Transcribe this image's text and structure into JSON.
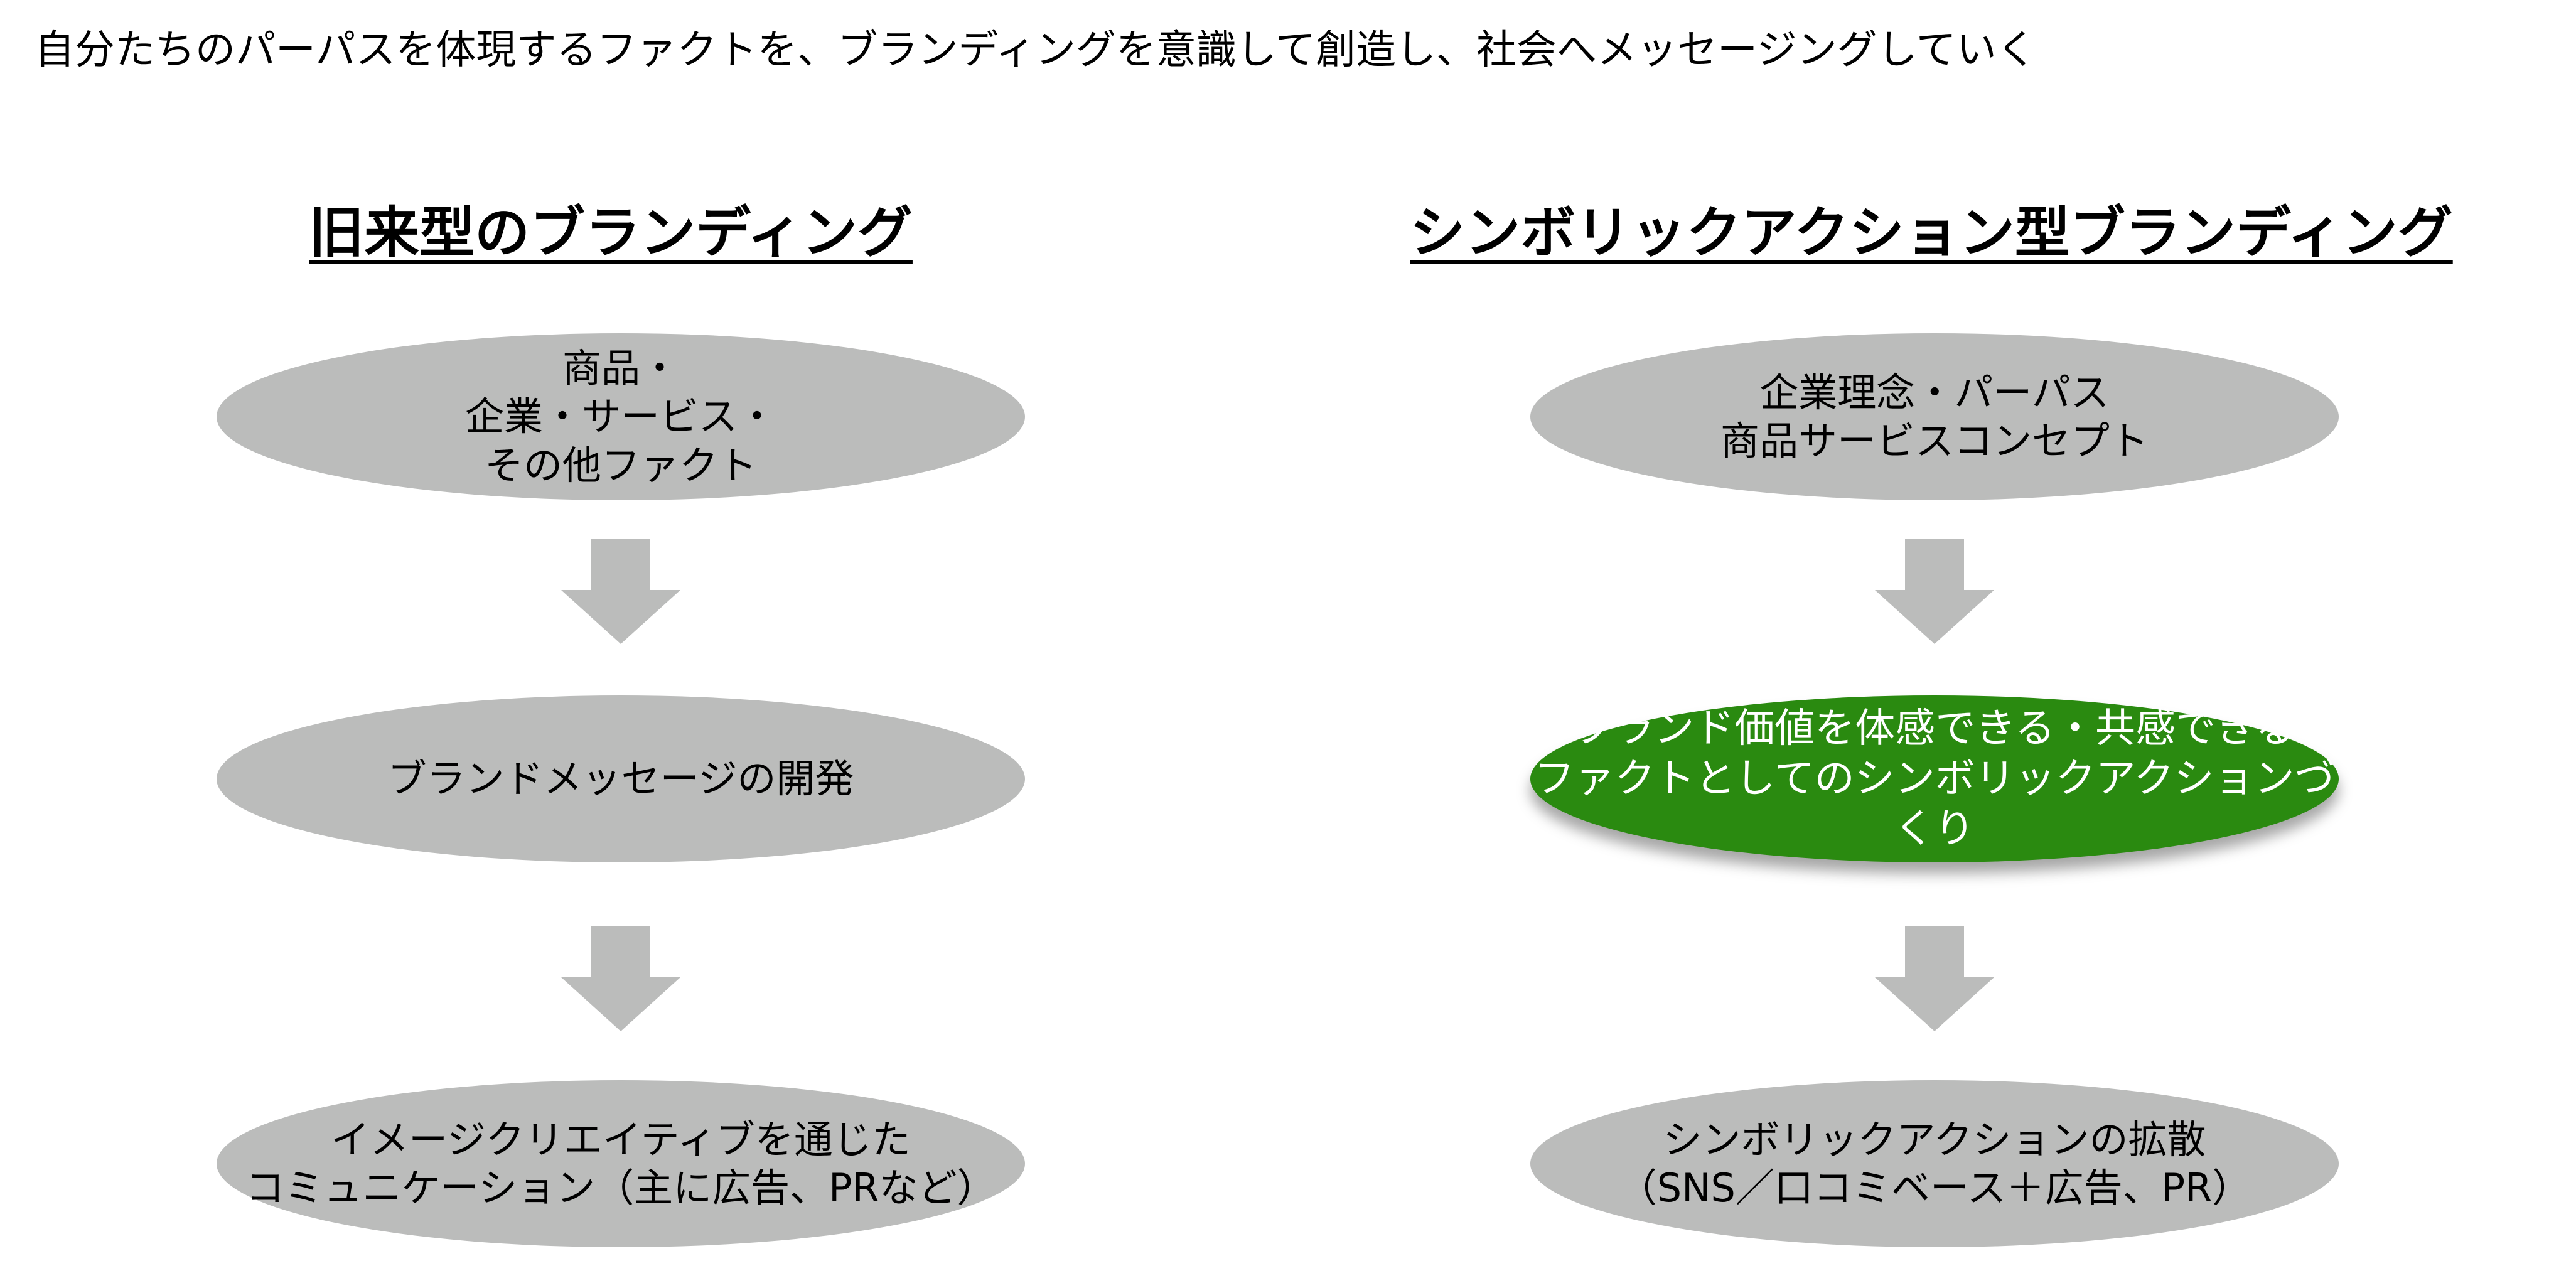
{
  "headline": "自分たちのパーパスを体現するファクトを、ブランディングを意識して創造し、社会へメッセージングしていく",
  "left": {
    "title": "旧来型のブランディング",
    "steps": [
      {
        "lines": [
          "商品・",
          "企業・サービス・",
          "その他ファクト"
        ]
      },
      {
        "lines": [
          "ブランドメッセージの開発"
        ]
      },
      {
        "lines": [
          "イメージクリエイティブを通じた",
          "コミュニケーション（主に広告、PRなど）"
        ]
      }
    ]
  },
  "right": {
    "title": "シンボリックアクション型ブランディング",
    "steps": [
      {
        "lines": [
          "企業理念・パーパス",
          "商品サービスコンセプト"
        ]
      },
      {
        "lines": [
          "ブランド価値を体感できる・共感できる",
          "ファクトとしてのシンボリックアクションづくり"
        ]
      },
      {
        "lines": [
          "シンボリックアクションの拡散",
          "（SNS／口コミベース＋広告、PR）"
        ]
      }
    ]
  },
  "colors": {
    "gray": "#bbbcbb",
    "green": "#2a8a10"
  }
}
